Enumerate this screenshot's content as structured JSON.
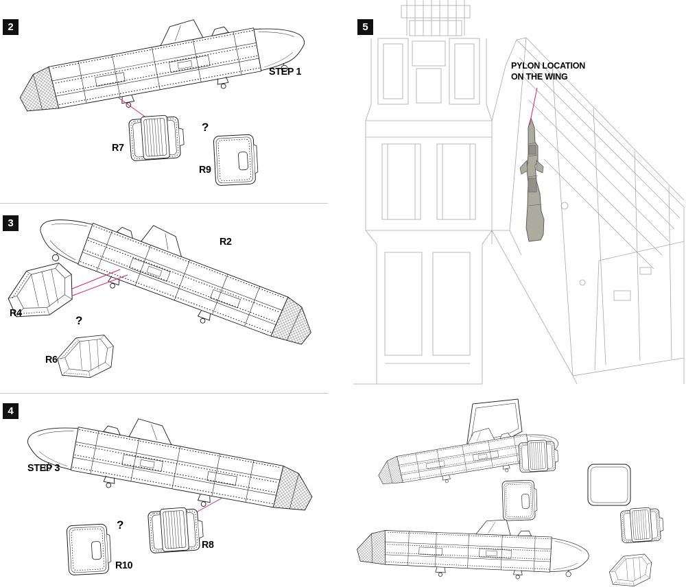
{
  "colors": {
    "accent": "#c9256f",
    "badge_bg": "#111111",
    "pylon_fill": "#abab9f",
    "line": "#1a1a1a"
  },
  "sections": {
    "s2": {
      "number": "2",
      "step_label": "STEP 1",
      "part_r7": "R7",
      "part_r9": "R9",
      "question": "?"
    },
    "s3": {
      "number": "3",
      "callout_r2": "R2",
      "part_r4": "R4",
      "part_r6": "R6",
      "question": "?"
    },
    "s4": {
      "number": "4",
      "step_label": "STEP 3",
      "part_r8": "R8",
      "part_r10": "R10",
      "question": "?"
    },
    "s5": {
      "number": "5",
      "note_line1": "PYLON LOCATION",
      "note_line2": "ON THE WING"
    }
  }
}
